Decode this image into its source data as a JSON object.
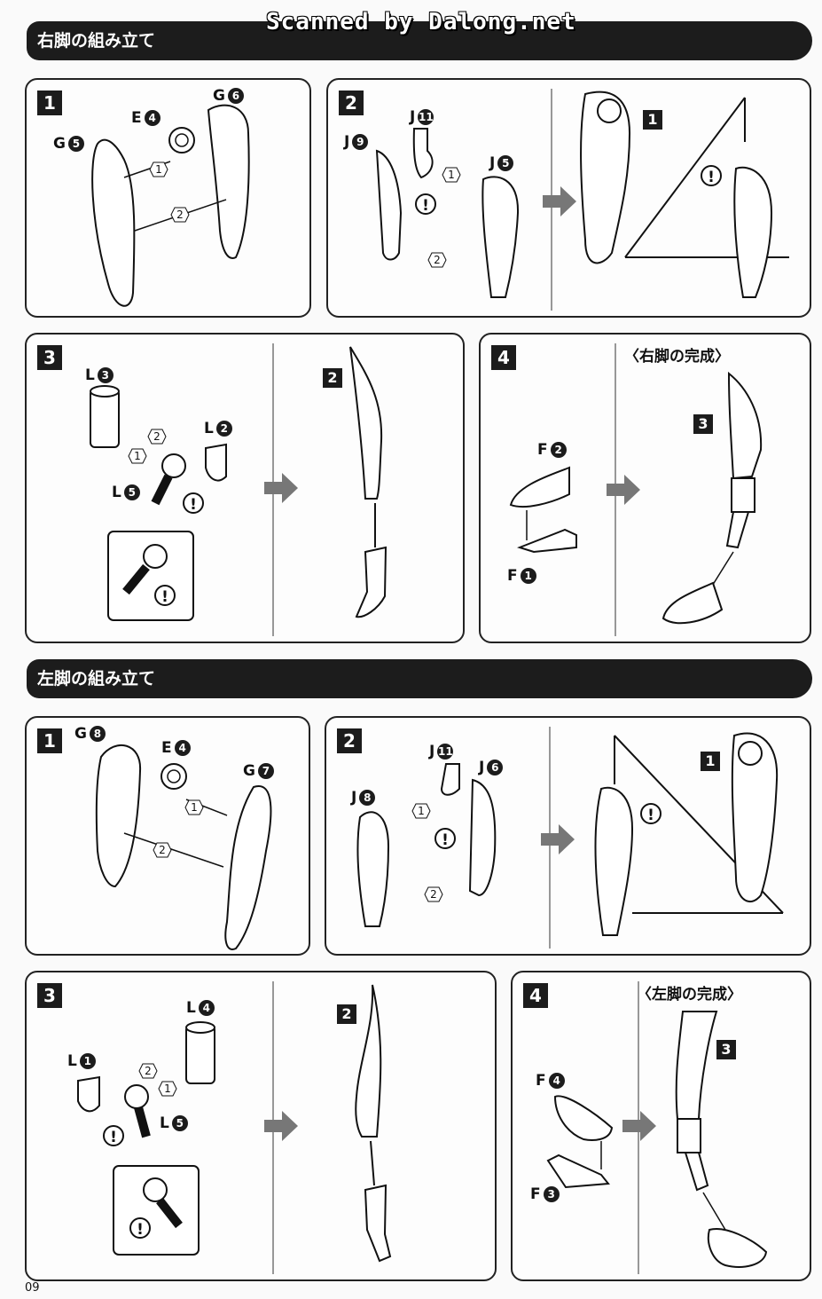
{
  "watermark": "Scanned by Dalong.net",
  "page_number": "09",
  "sections": {
    "right": {
      "title": "右脚の組み立て",
      "complete_caption": "〈右脚の完成〉"
    },
    "left": {
      "title": "左脚の組み立て",
      "complete_caption": "〈左脚の完成〉"
    }
  },
  "steps": {
    "s1": "1",
    "s2": "2",
    "s3": "3",
    "s4": "4"
  },
  "refs": {
    "r1": "1",
    "r2": "2",
    "r3": "3"
  },
  "order": {
    "o1": "1",
    "o2": "2"
  },
  "warn": "!",
  "parts": {
    "G5": {
      "letter": "G",
      "num": "5"
    },
    "E4": {
      "letter": "E",
      "num": "4"
    },
    "G6": {
      "letter": "G",
      "num": "6"
    },
    "J9": {
      "letter": "J",
      "num": "9"
    },
    "J11": {
      "letter": "J",
      "num": "11"
    },
    "J5": {
      "letter": "J",
      "num": "5"
    },
    "L3": {
      "letter": "L",
      "num": "3"
    },
    "L2": {
      "letter": "L",
      "num": "2"
    },
    "L5": {
      "letter": "L",
      "num": "5"
    },
    "F2": {
      "letter": "F",
      "num": "2"
    },
    "F1": {
      "letter": "F",
      "num": "1"
    },
    "G8": {
      "letter": "G",
      "num": "8"
    },
    "G7": {
      "letter": "G",
      "num": "7"
    },
    "J8": {
      "letter": "J",
      "num": "8"
    },
    "J6": {
      "letter": "J",
      "num": "6"
    },
    "L4": {
      "letter": "L",
      "num": "4"
    },
    "L1": {
      "letter": "L",
      "num": "1"
    },
    "F4": {
      "letter": "F",
      "num": "4"
    },
    "F3": {
      "letter": "F",
      "num": "3"
    }
  },
  "colors": {
    "bar": "#1c1c1c",
    "arrow_gray": "#777777"
  }
}
